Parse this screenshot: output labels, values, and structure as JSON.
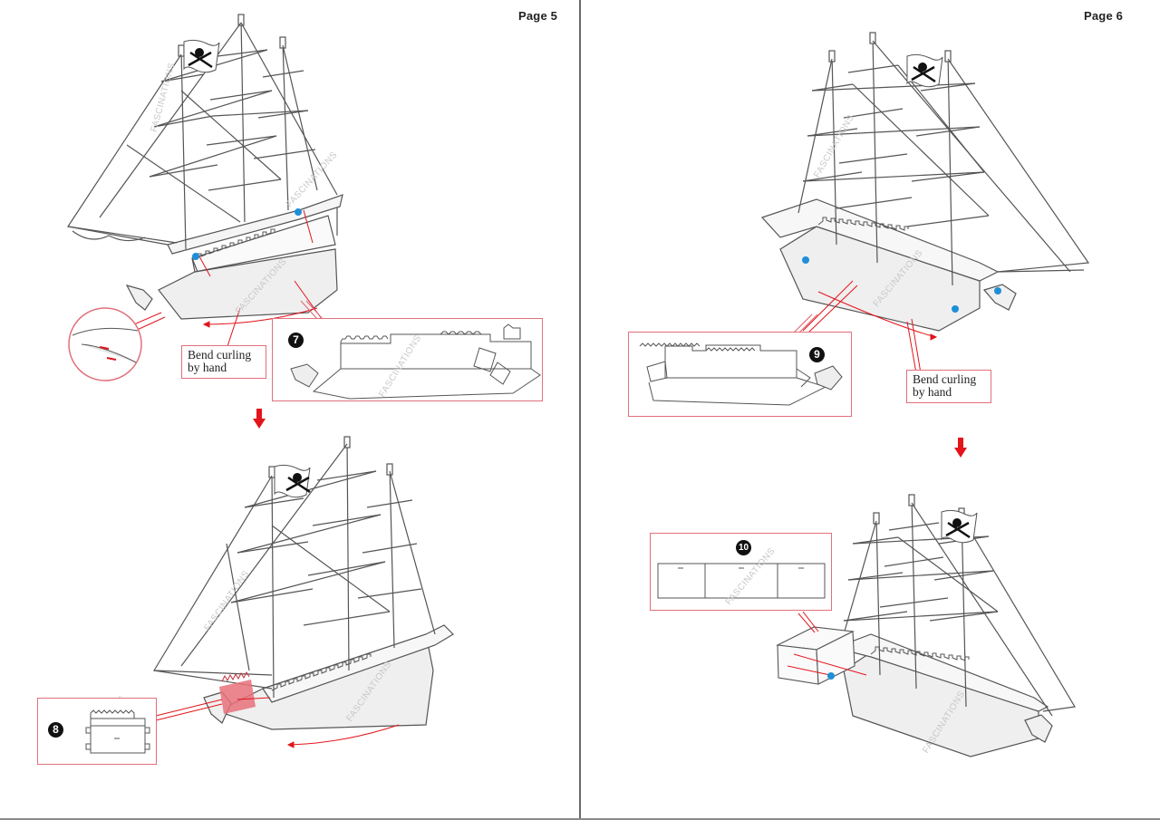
{
  "pages": [
    {
      "page_label": "Page 5",
      "steps": [
        {
          "number": "7",
          "badge": "❼"
        },
        {
          "number": "8",
          "badge": "❽"
        }
      ],
      "note": {
        "line1": "Bend curling",
        "line2": "by hand"
      },
      "watermark": "FASCINATIONS"
    },
    {
      "page_label": "Page 6",
      "steps": [
        {
          "number": "9",
          "badge": "❾"
        },
        {
          "number": "10",
          "badge": "❿"
        }
      ],
      "note": {
        "line1": "Bend curling",
        "line2": "by hand"
      },
      "watermark": "FASCINATIONS"
    }
  ],
  "colors": {
    "accent_red": "#e3141b",
    "callout_border": "#e0707a",
    "blue_marker": "#1e8fd8",
    "line_art": "#555555",
    "highlight_part": "#e8707a"
  },
  "icons": {
    "direction_arrow": "arrow-down-icon",
    "jolly_roger_flag": "skull-crossed-swords-flag-icon",
    "fold_marker": "blue-dot-icon"
  }
}
